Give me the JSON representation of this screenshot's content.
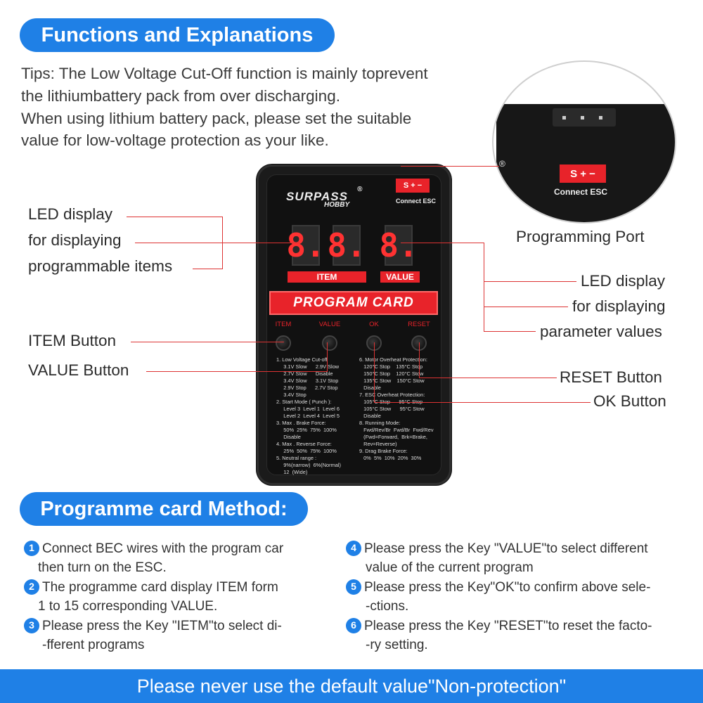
{
  "header": {
    "title": "Functions and Explanations",
    "tips": [
      "Tips: The Low Voltage Cut-Off function is mainly toprevent",
      "the lithiumbattery pack from over discharging.",
      "When using lithium battery pack, please set the suitable",
      "value for low-voltage protection as your like."
    ]
  },
  "device": {
    "port_label": "S + −",
    "connect_label": "Connect  ESC",
    "logo_main": "SURPASS",
    "logo_sub": "HOBBY",
    "logo_mark": "®",
    "item_digits": [
      "8.",
      "8."
    ],
    "value_digit": "8.",
    "item_label": "ITEM",
    "value_label": "VALUE",
    "program_card": "PROGRAM CARD",
    "buttons": [
      "ITEM",
      "VALUE",
      "OK",
      "RESET"
    ],
    "spec_left": "1. Low Voltage Cut-off\n     3.1V Slow      2.9V Slow\n     2.7V Slow      Disable\n     3.4V Slow      3.1V Stop\n     2.9V Stop      2.7V Stop\n     3.4V Stop\n2. Start Mode ( Punch ):\n     Level 3  Level 1  Level 6\n     Level 2  Level 4  Level 5\n3. Max . Brake Force:\n     50%  25%  75%  100%\n     Disable\n4. Max . Reverse Force:\n     25%  50%  75%  100%\n5. Neutral range :\n     9%(narrow)  6%(Normal)\n     12  (Wide)",
    "spec_right": "6. Motor Overheat Protection:\n   120°C Stop    135°C Stop\n   150°C Stop    120°C Stow\n   135°C Stow    150°C Stow\n   Disable\n7. ESC Overheat Protection:\n   105°C Stop      95°C Stop\n   105°C Stow      95°C Stow\n   Disable\n8. Running Mode:\n   Fwd/Rev/Br  Fwd/Br  Fwd/Rev\n   (Fwd=Forward,  Brk=Brake,\n   Rev=Reverse)\n9. Drag Brake Force:\n   0%  5%  10%  20%  30%"
  },
  "callouts": {
    "led_left": [
      "LED display",
      "for displaying",
      "programmable items"
    ],
    "item_button": "ITEM Button",
    "value_button": "VALUE Button",
    "programming_port": "Programming Port",
    "led_right": [
      "LED display",
      "for displaying",
      "parameter values"
    ],
    "reset_button": "RESET Button",
    "ok_button": "OK Button"
  },
  "method": {
    "title": "Programme card Method:",
    "steps": [
      {
        "num": "1",
        "lines": [
          "Connect BEC wires with the program car",
          "then turn on the ESC."
        ]
      },
      {
        "num": "2",
        "lines": [
          "The programme card display ITEM form",
          " 1 to 15 corresponding VALUE."
        ]
      },
      {
        "num": "3",
        "lines": [
          "Please press the Key \"IETM\"to select di-",
          "-fferent programs"
        ]
      },
      {
        "num": "4",
        "lines": [
          "Please press the Key \"VALUE\"to select different",
          "value of the current program"
        ]
      },
      {
        "num": "5",
        "lines": [
          "Please press the Key\"OK\"to confirm above sele-",
          "-ctions."
        ]
      },
      {
        "num": "6",
        "lines": [
          "Please press the Key \"RESET\"to reset the facto-",
          "-ry setting."
        ]
      }
    ]
  },
  "footer": "Please never use the default value\"Non-protection\"",
  "colors": {
    "accent": "#1f80e6",
    "red": "#e8232a",
    "device": "#1b1b1b"
  }
}
